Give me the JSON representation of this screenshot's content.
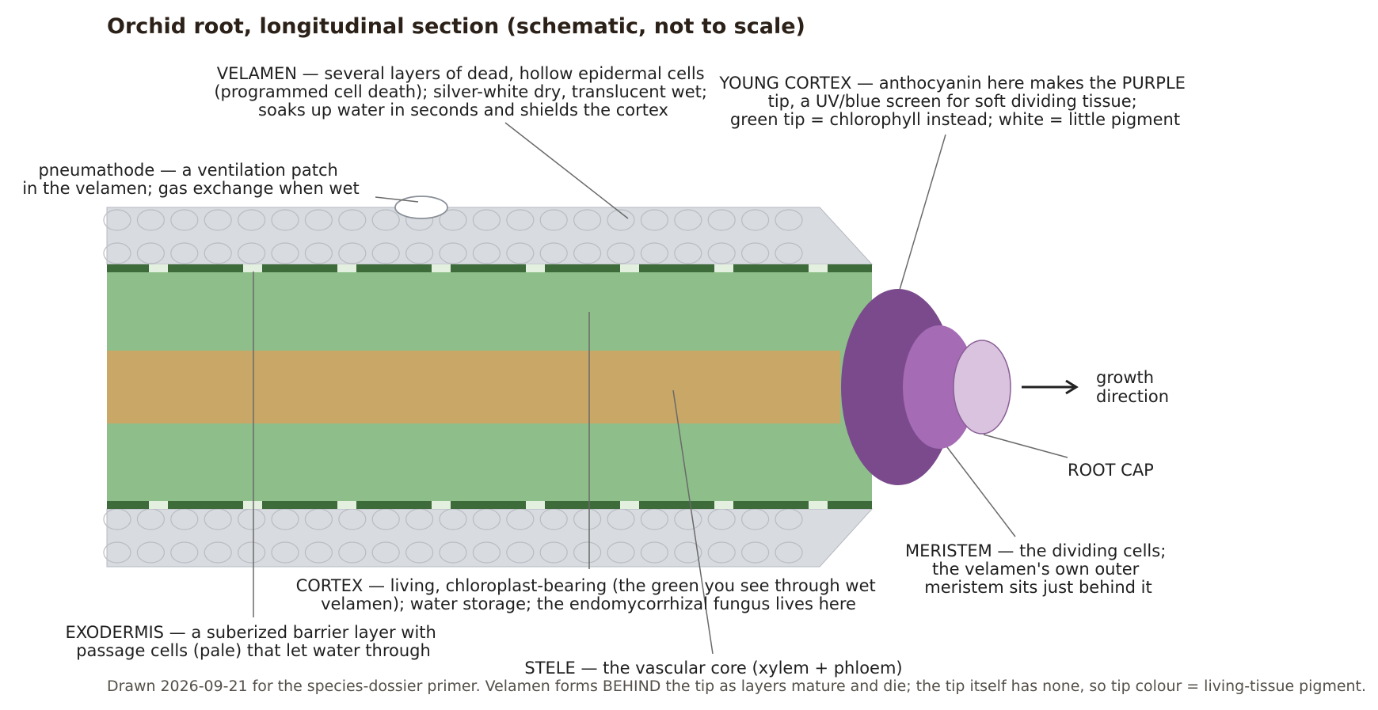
{
  "title": "Orchid root, longitudinal section (schematic, not to scale)",
  "labels": {
    "velamen": [
      "VELAMEN — several layers of dead, hollow epidermal cells",
      "(programmed cell death); silver-white dry, translucent wet;",
      "soaks up water in seconds and shields the cortex"
    ],
    "young_cortex": [
      "YOUNG CORTEX — anthocyanin here makes the PURPLE",
      "tip, a UV/blue screen for soft dividing tissue;",
      "green tip = chlorophyll instead; white = little pigment"
    ],
    "pneumathode": [
      "pneumathode — a ventilation patch",
      "in the velamen; gas exchange when wet"
    ],
    "growth_direction": [
      "growth",
      "direction"
    ],
    "root_cap": "ROOT CAP",
    "meristem": [
      "MERISTEM — the dividing cells;",
      "the velamen's own outer",
      "meristem sits just behind it"
    ],
    "cortex": [
      "CORTEX — living, chloroplast-bearing (the green you see through wet",
      "velamen); water storage; the endomycorrhizal fungus lives here"
    ],
    "exodermis": [
      "EXODERMIS — a suberized barrier layer with",
      "passage cells (pale) that let water through"
    ],
    "stele": "STELE — the vascular core (xylem + phloem)"
  },
  "footnote": "Drawn 2026-09-21 for the species-dossier primer. Velamen forms BEHIND the tip as layers mature and die; the tip itself has none, so tip colour = living-tissue pigment.",
  "colors": {
    "velamen": "#d8dbe0",
    "velamen_cell_outline": "#b9bcc2",
    "exodermis": "#3d6b3a",
    "passage_cell": "#e3efdf",
    "cortex": "#8ebf8a",
    "stele": "#c9a767",
    "young_cortex": "#7a4a8c",
    "meristem": "#a56bb5",
    "root_cap": "#dac3df",
    "leader_line": "#6a6a6a"
  }
}
